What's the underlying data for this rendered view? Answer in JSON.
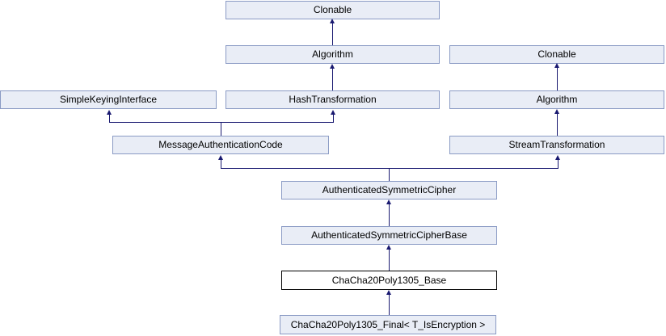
{
  "diagram": {
    "kind": "class-inheritance-graph",
    "colors": {
      "node_fill": "#e9edf6",
      "node_border": "#8a9ac4",
      "highlight_fill": "#ffffff",
      "highlight_border": "#000000",
      "edge": "#191970",
      "text": "#000000",
      "background": "#ffffff"
    },
    "nodes": {
      "clonable_top": {
        "label": "Clonable"
      },
      "algorithm_center": {
        "label": "Algorithm"
      },
      "simple_keying": {
        "label": "SimpleKeyingInterface"
      },
      "hash_transformation": {
        "label": "HashTransformation"
      },
      "clonable_right": {
        "label": "Clonable"
      },
      "algorithm_right": {
        "label": "Algorithm"
      },
      "mac": {
        "label": "MessageAuthenticationCode"
      },
      "stream": {
        "label": "StreamTransformation"
      },
      "asc": {
        "label": "AuthenticatedSymmetricCipher"
      },
      "ascbase": {
        "label": "AuthenticatedSymmetricCipherBase"
      },
      "chacha_base": {
        "label": "ChaCha20Poly1305_Base"
      },
      "chacha_final": {
        "label": "ChaCha20Poly1305_Final< T_IsEncryption >"
      }
    },
    "edges": [
      {
        "from": "algorithm_center",
        "to": "clonable_top"
      },
      {
        "from": "hash_transformation",
        "to": "algorithm_center"
      },
      {
        "from": "mac",
        "to": "simple_keying"
      },
      {
        "from": "mac",
        "to": "hash_transformation"
      },
      {
        "from": "algorithm_right",
        "to": "clonable_right"
      },
      {
        "from": "stream",
        "to": "algorithm_right"
      },
      {
        "from": "asc",
        "to": "mac"
      },
      {
        "from": "asc",
        "to": "stream"
      },
      {
        "from": "ascbase",
        "to": "asc"
      },
      {
        "from": "chacha_base",
        "to": "ascbase"
      },
      {
        "from": "chacha_final",
        "to": "chacha_base"
      }
    ]
  }
}
